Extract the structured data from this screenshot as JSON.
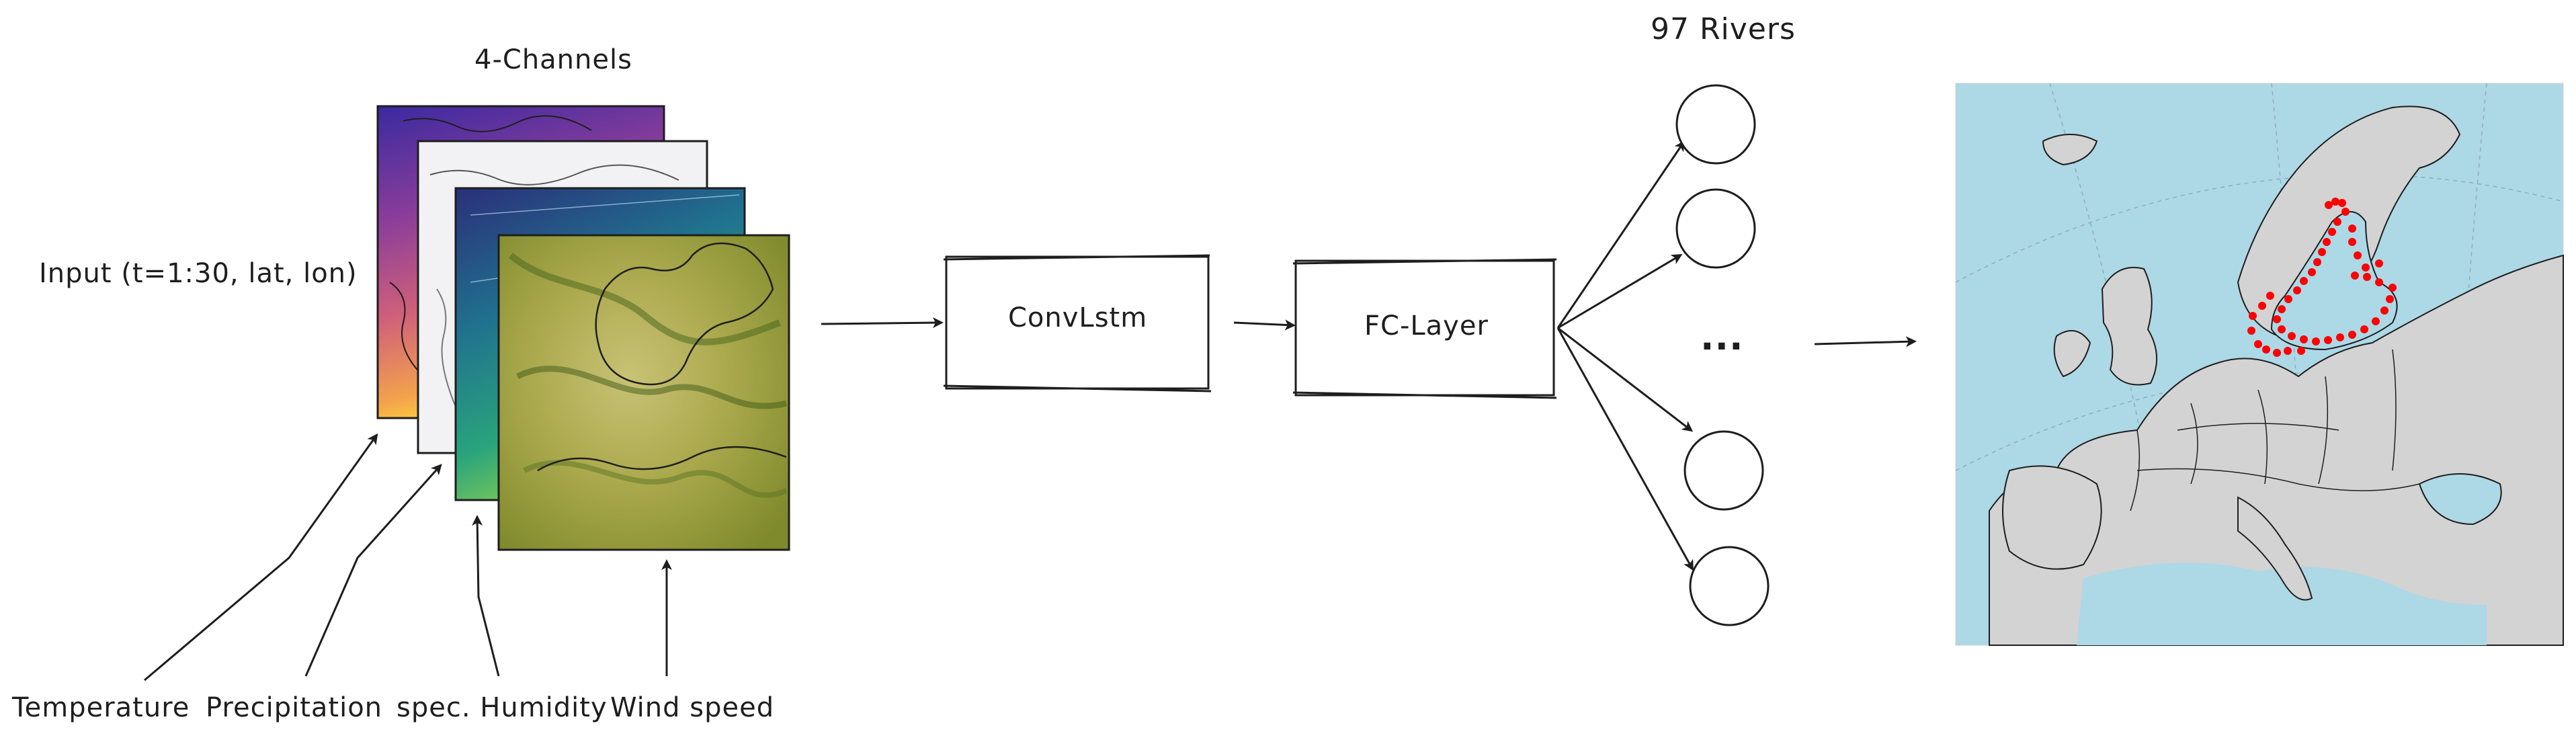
{
  "header": {
    "channels_title": "4-Channels",
    "rivers_title": "97 Rivers"
  },
  "input": {
    "label": "Input (t=1:30, lat, lon)",
    "channels": [
      {
        "name": "Temperature"
      },
      {
        "name": "Precipitation"
      },
      {
        "name": "spec. Humidity"
      },
      {
        "name": "Wind speed"
      }
    ]
  },
  "layers": {
    "convlstm": "ConvLstm",
    "fc": "FC-Layer"
  },
  "outputs": {
    "ellipsis": "...",
    "visible_nodes": 4
  },
  "colors": {
    "ink": "#1e1e1e",
    "ocean": "#add8e6",
    "land": "#d3d3d3",
    "river_points": "#ff0000",
    "wind_map": "#9a9a2e"
  }
}
